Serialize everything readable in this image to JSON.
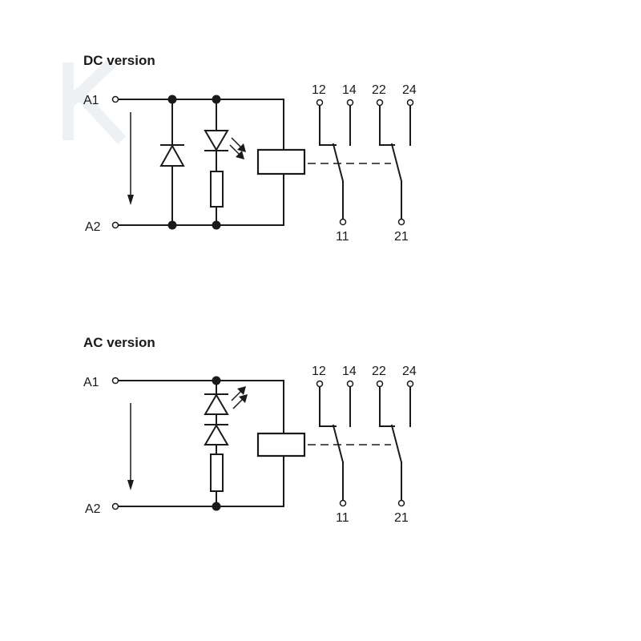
{
  "dc": {
    "title": "DC version",
    "a1": "A1",
    "a2": "A2",
    "t12": "12",
    "t14": "14",
    "t22": "22",
    "t24": "24",
    "t11": "11",
    "t21": "21"
  },
  "ac": {
    "title": "AC version",
    "a1": "A1",
    "a2": "A2",
    "t12": "12",
    "t14": "14",
    "t22": "22",
    "t24": "24",
    "t11": "11",
    "t21": "21"
  },
  "colors": {
    "line": "#1a1a1a",
    "background": "#ffffff",
    "watermark": "#eef1f4"
  }
}
